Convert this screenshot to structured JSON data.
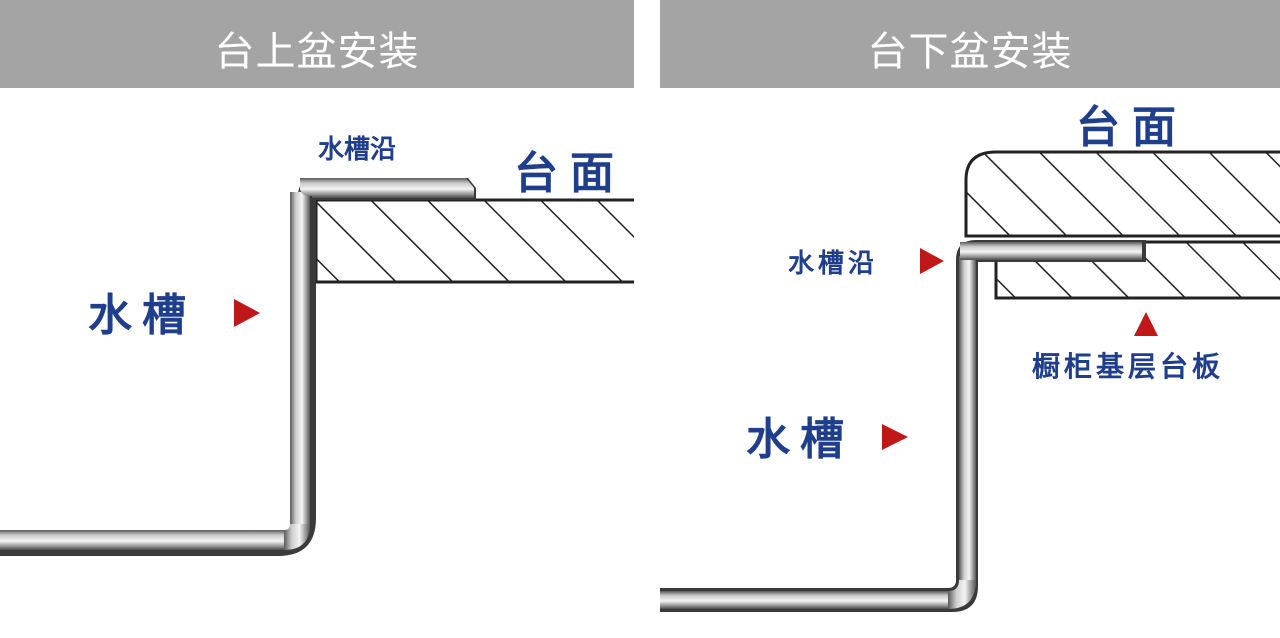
{
  "left": {
    "title": "台上盆安装",
    "labels": {
      "sink_rim": "水槽沿",
      "countertop": "台面",
      "sink": "水槽"
    }
  },
  "right": {
    "title": "台下盆安装",
    "labels": {
      "countertop": "台面",
      "sink_rim": "水槽沿",
      "cabinet_board": "橱柜基层台板",
      "sink": "水槽"
    }
  },
  "colors": {
    "header_bg": "#a4a4a4",
    "label_text": "#1f3e8c",
    "arrow": "#c01818",
    "hatch": "#222222"
  }
}
